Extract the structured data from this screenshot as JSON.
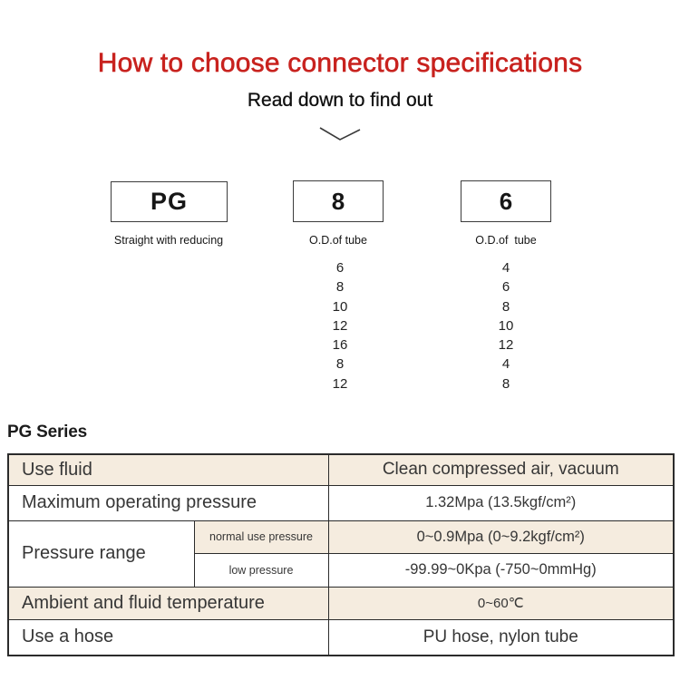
{
  "header": {
    "title": "How to choose connector specifications",
    "subtitle": "Read down to find out",
    "chevron_icon": "chevron-down"
  },
  "code_builder": {
    "columns": [
      {
        "code": "PG",
        "caption": "Straight with reducing",
        "options": []
      },
      {
        "code": "8",
        "caption": "O.D.of tube",
        "options": [
          "6",
          "8",
          "10",
          "12",
          "16",
          "8",
          "12"
        ]
      },
      {
        "code": "6",
        "caption": "O.D.of  tube",
        "options": [
          "4",
          "6",
          "8",
          "10",
          "12",
          "4",
          "8"
        ]
      }
    ]
  },
  "series_section": {
    "heading": "PG Series"
  },
  "spec_table": {
    "use_fluid": {
      "label": "Use fluid",
      "value": "Clean compressed air, vacuum"
    },
    "max_pressure": {
      "label": "Maximum operating pressure",
      "value": "1.32Mpa (13.5kgf/cm²)"
    },
    "pressure_range": {
      "label": "Pressure range",
      "rows": [
        {
          "label": "normal use pressure",
          "value": "0~0.9Mpa (0~9.2kgf/cm²)"
        },
        {
          "label": "low pressure",
          "value": "-99.99~0Kpa (-750~0mmHg)"
        }
      ]
    },
    "ambient_temp": {
      "label": "Ambient and fluid temperature",
      "value": "0~60℃"
    },
    "hose": {
      "label": "Use a hose",
      "value": "PU hose, nylon tube"
    }
  },
  "colors": {
    "title_red": "#c8221e",
    "row_highlight": "#f5ecdf",
    "table_border": "#2b2b2b"
  }
}
